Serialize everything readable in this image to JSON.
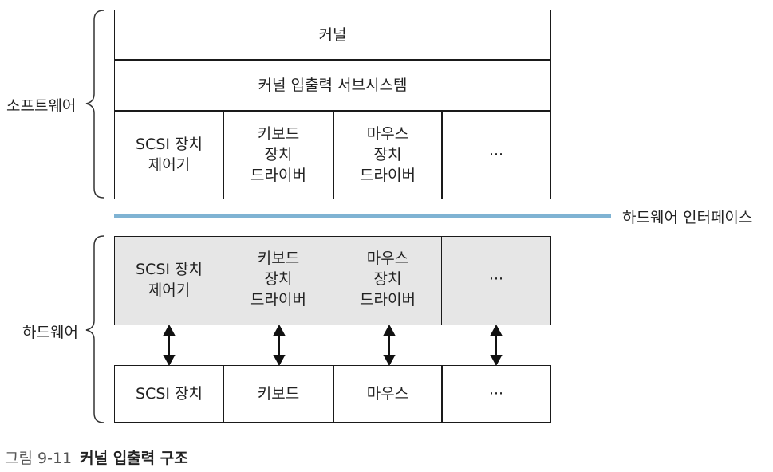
{
  "software": {
    "label": "소프트웨어",
    "kernel": "커널",
    "io_subsystem": "커널 입출력 서브시스템",
    "drivers": [
      {
        "line1": "SCSI 장치",
        "line2": "제어기",
        "line3": ""
      },
      {
        "line1": "키보드",
        "line2": "장치",
        "line3": "드라이버"
      },
      {
        "line1": "마우스",
        "line2": "장치",
        "line3": "드라이버"
      },
      {
        "line1": "···",
        "line2": "",
        "line3": ""
      }
    ]
  },
  "interface": {
    "label": "하드웨어 인터페이스",
    "color": "#7fb3d3"
  },
  "hardware": {
    "label": "하드웨어",
    "controllers": [
      {
        "line1": "SCSI 장치",
        "line2": "제어기",
        "line3": ""
      },
      {
        "line1": "키보드",
        "line2": "장치",
        "line3": "드라이버"
      },
      {
        "line1": "마우스",
        "line2": "장치",
        "line3": "드라이버"
      },
      {
        "line1": "···",
        "line2": "",
        "line3": ""
      }
    ],
    "devices": [
      "SCSI 장치",
      "키보드",
      "마우스",
      "···"
    ]
  },
  "caption": {
    "number": "그림 9-11",
    "title": "커널 입출력 구조"
  }
}
